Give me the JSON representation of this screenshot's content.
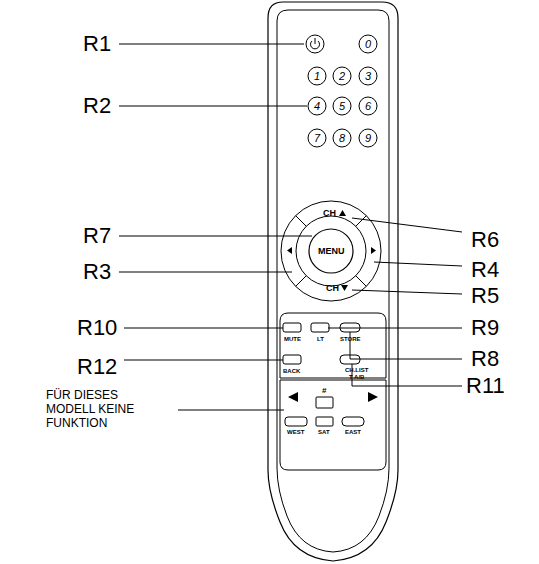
{
  "diagram": {
    "labels": [
      "R1",
      "R2",
      "R7",
      "R3",
      "R6",
      "R4",
      "R5",
      "R10",
      "R9",
      "R8",
      "R12",
      "R11",
      "FÜR DIESES MODELL KEINE FUNKTION",
      "0",
      "1",
      "2",
      "3",
      "4",
      "5",
      "6",
      "7",
      "8",
      "9",
      "CH",
      "MENU",
      "CH",
      "MUTE",
      "LT",
      "STORE",
      "BACK",
      "CH.LIST",
      "T A/B",
      "#",
      "WEST",
      "SAT",
      "EAST"
    ]
  }
}
